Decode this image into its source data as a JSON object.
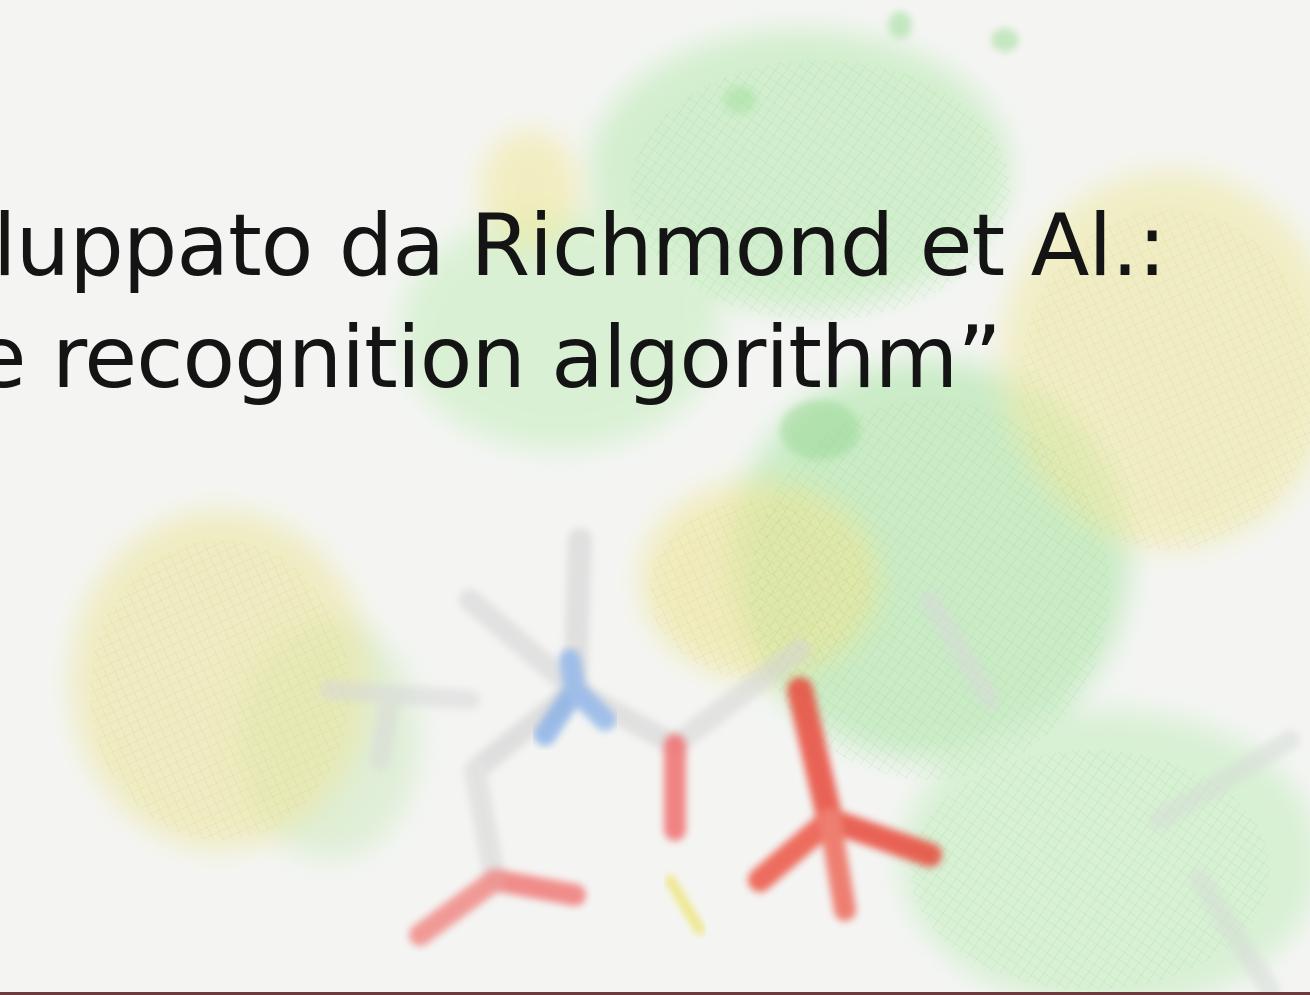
{
  "slide": {
    "lines": [
      "viluppato da Richmond et Al.:",
      "ge recognition algorithm”"
    ],
    "background_image": "molecular-surface-mesh",
    "colors": {
      "background": "#f4f5f3",
      "text": "#141414",
      "mesh_green": "#7fd67f",
      "mesh_yellow": "#e4dc7a",
      "atom_red": "#e53a2c",
      "atom_blue": "#7aa6e8",
      "bottom_rule": "#6d3a3d"
    }
  }
}
